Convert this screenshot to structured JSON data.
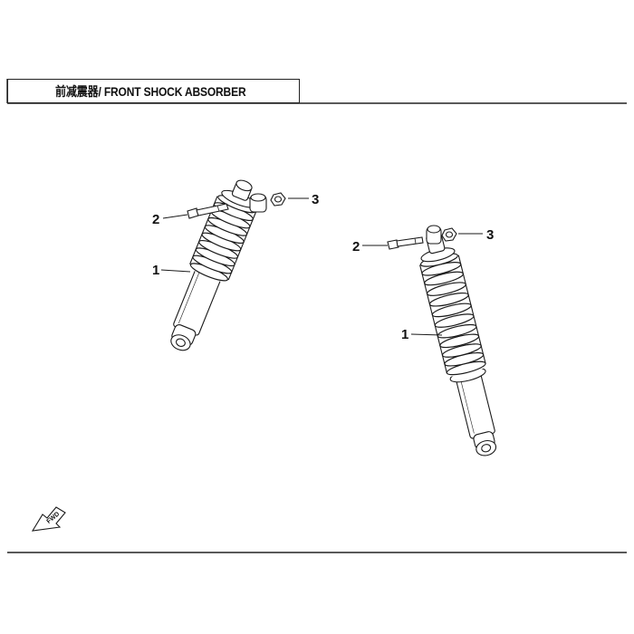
{
  "title": "前减震器/ FRONT SHOCK ABSORBER",
  "callouts": {
    "left": {
      "shock": "1",
      "bolt": "2",
      "nut": "3"
    },
    "right": {
      "shock": "1",
      "bolt": "2",
      "nut": "3"
    }
  },
  "direction_marker": "FWD",
  "colors": {
    "line": "#1a1a1a",
    "background": "#ffffff"
  }
}
